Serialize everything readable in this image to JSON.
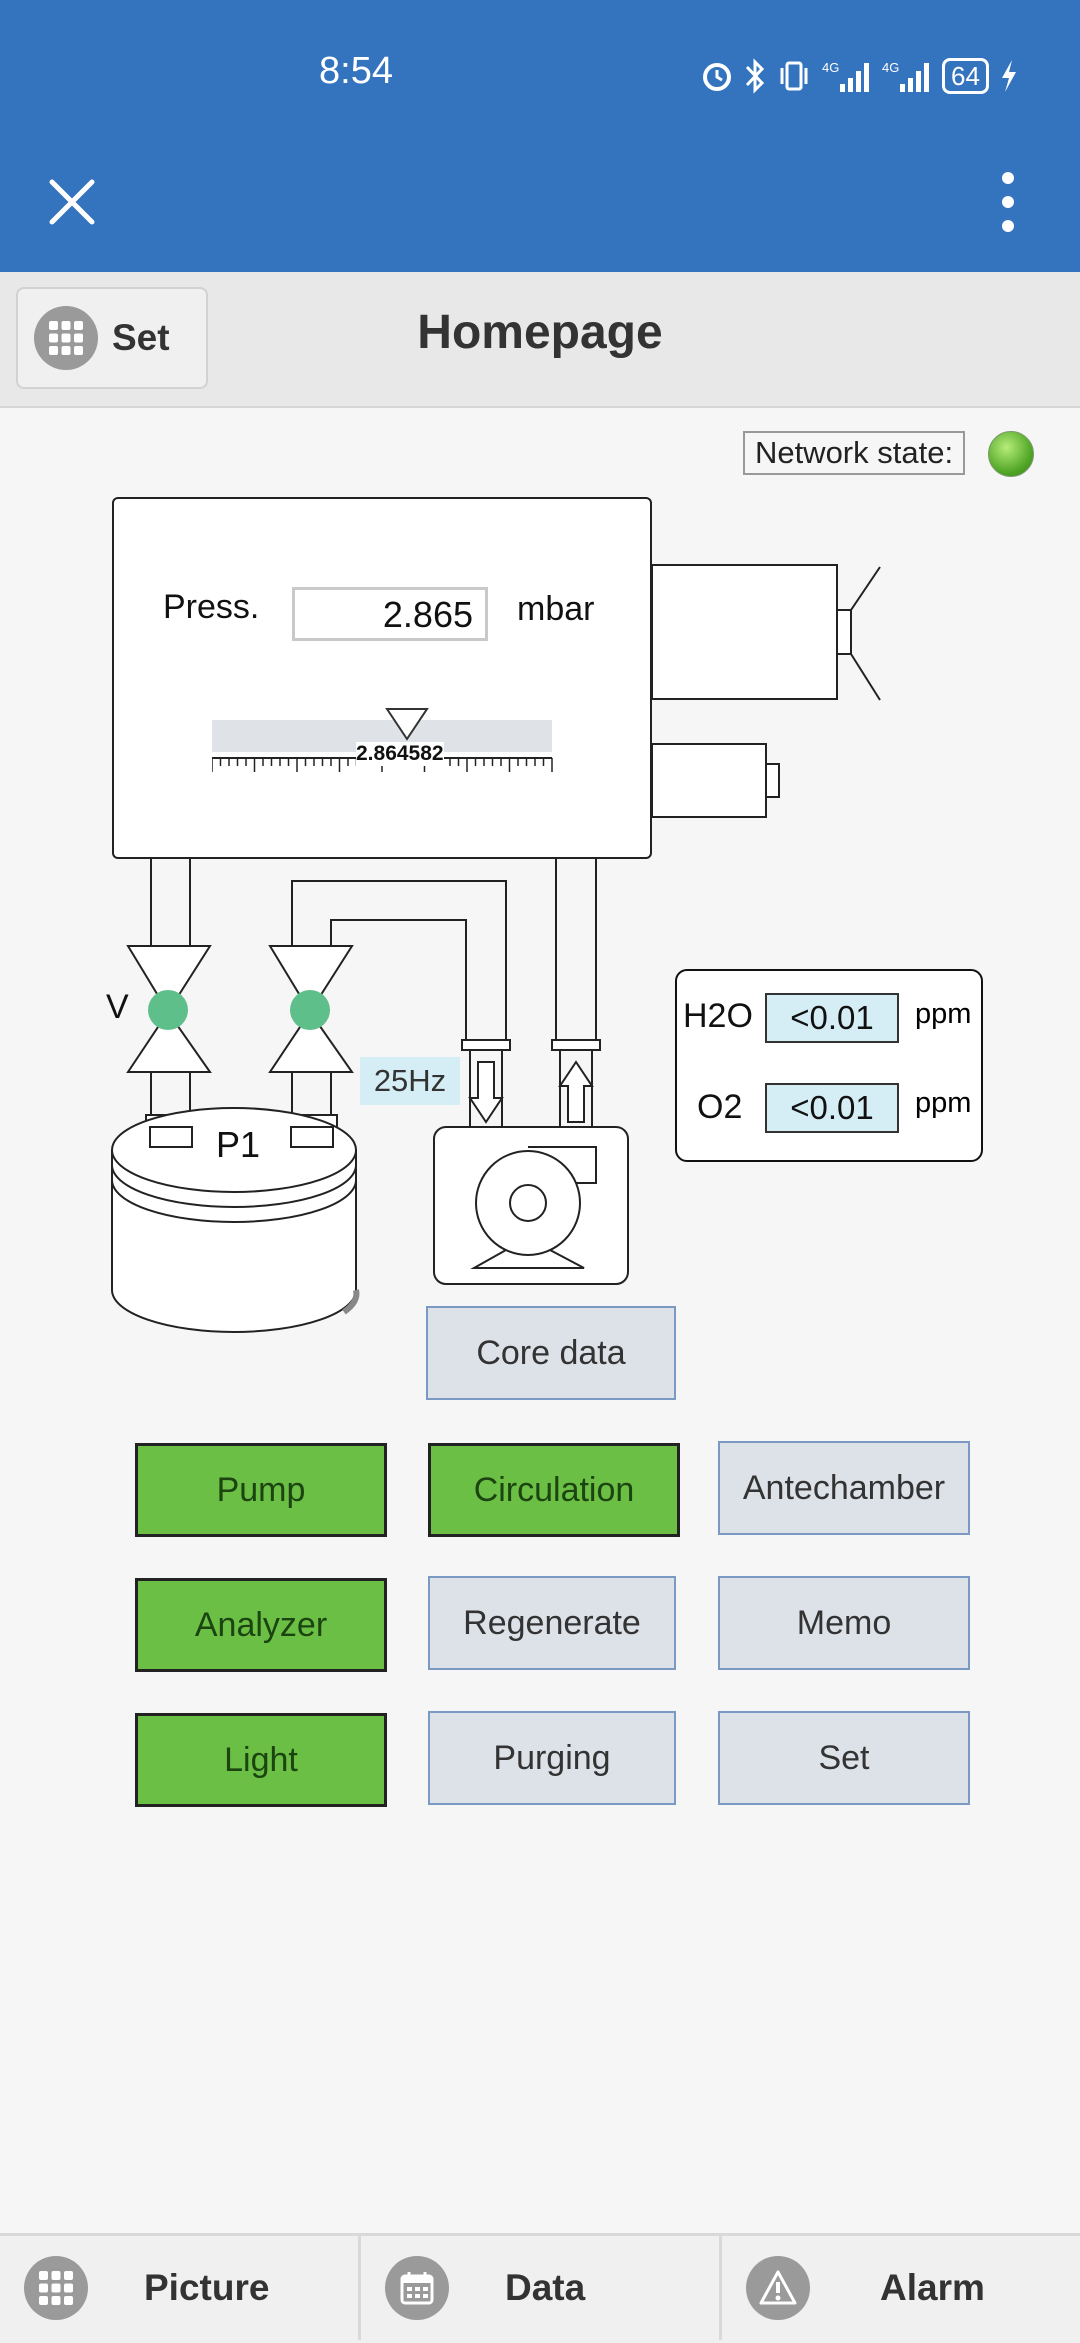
{
  "status_bar": {
    "time": "8:54",
    "battery": "64"
  },
  "app_bar": {
    "close_icon": "close-icon",
    "menu_icon": "more-vertical-icon"
  },
  "toolbar": {
    "set_label": "Set",
    "title": "Homepage"
  },
  "network": {
    "label": "Network state:",
    "status_color": "#4fa525"
  },
  "pressure": {
    "label": "Press.",
    "value": "2.865",
    "unit": "mbar",
    "scale_value": "2.864582"
  },
  "valve_label": "V",
  "tank_label": "P1",
  "pump_frequency": "25Hz",
  "gas": [
    {
      "name": "H2O",
      "value": "<0.01",
      "unit": "ppm"
    },
    {
      "name": "O2",
      "value": "<0.01",
      "unit": "ppm"
    }
  ],
  "core_data_label": "Core data",
  "buttons": {
    "pump": "Pump",
    "circulation": "Circulation",
    "antechamber": "Antechamber",
    "analyzer": "Analyzer",
    "regenerate": "Regenerate",
    "memo": "Memo",
    "light": "Light",
    "purging": "Purging",
    "set": "Set"
  },
  "colors": {
    "accent": "#3473be",
    "active": "#6bbf45",
    "inactive": "#dde1e8",
    "valve_open": "#5fbf8a"
  },
  "bottom_nav": [
    {
      "label": "Picture",
      "icon": "grid-icon"
    },
    {
      "label": "Data",
      "icon": "calendar-icon"
    },
    {
      "label": "Alarm",
      "icon": "warning-icon"
    }
  ]
}
